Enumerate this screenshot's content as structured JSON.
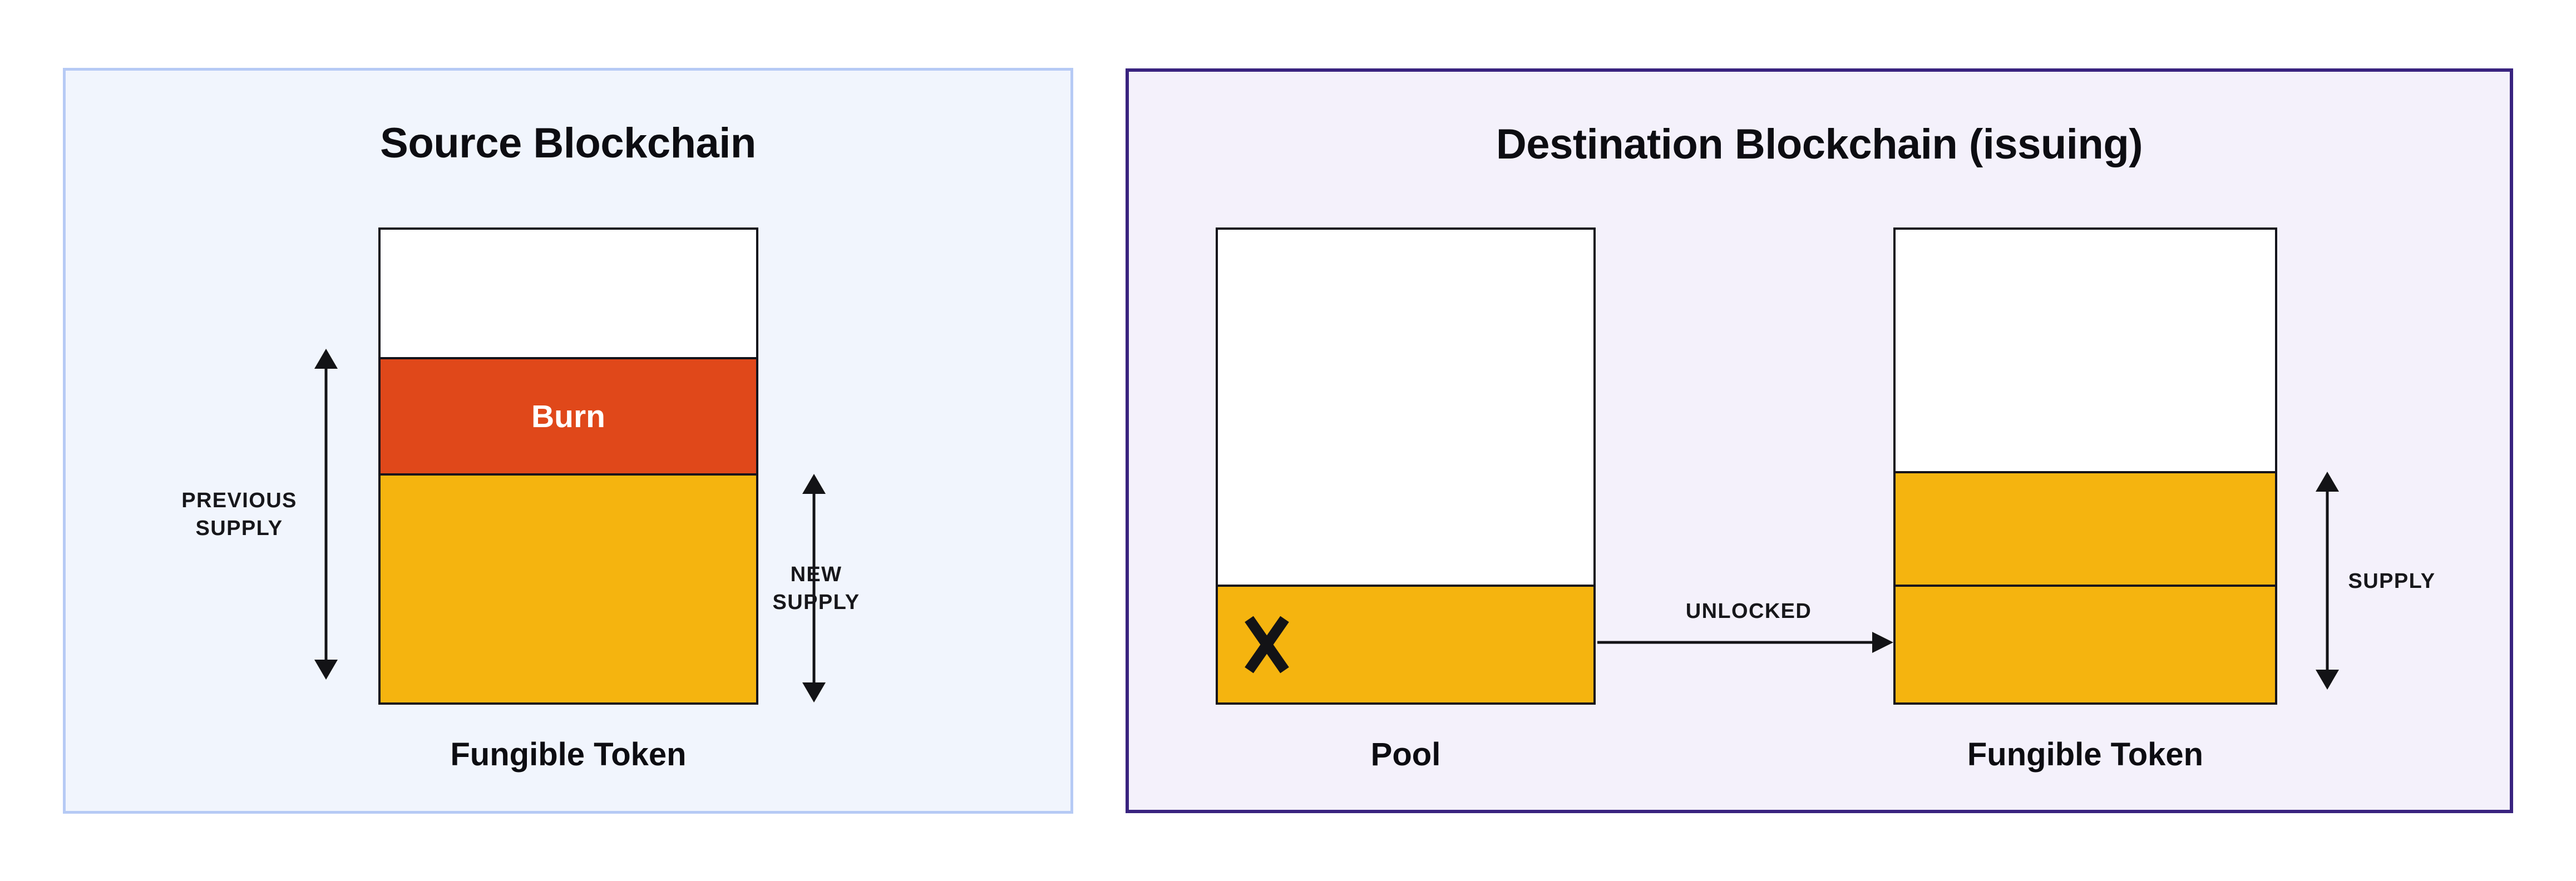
{
  "colors": {
    "canvas_bg": "#ffffff",
    "source_panel_bg": "#f1f5fd",
    "source_panel_border": "#b6caf5",
    "dest_panel_bg": "#f4f1fb",
    "dest_panel_border": "#39237f",
    "bar_border": "#14141b",
    "burn": "#e0481a",
    "token_yellow": "#f5b40f",
    "empty_white": "#ffffff",
    "arrow_black": "#131316",
    "title_text": "#0d0d12",
    "label_text": "#17171b",
    "burn_label_text": "#ffffff"
  },
  "source_panel": {
    "title": "Source Blockchain",
    "bar_caption": "Fungible Token",
    "burn_label": "Burn",
    "previous_supply_label": {
      "line1": "PREVIOUS",
      "line2": "SUPPLY"
    },
    "new_supply_label": {
      "line1": "NEW",
      "line2": "SUPPLY"
    },
    "bar_sections": [
      {
        "name": "unfilled",
        "height": "27.2%",
        "color": "#ffffff"
      },
      {
        "name": "burned",
        "height": "24.4%",
        "color": "#e0481a"
      },
      {
        "name": "remaining-supply",
        "height": "48.4%",
        "color": "#f5b40f"
      }
    ]
  },
  "dest_panel": {
    "title": "Destination Blockchain (issuing)",
    "pool_caption": "Pool",
    "bar_caption": "Fungible Token",
    "unlocked_label": "UNLOCKED",
    "supply_label": "SUPPLY",
    "pool_sections": [
      {
        "name": "unfilled",
        "height": "75.4%",
        "color": "#ffffff"
      },
      {
        "name": "locked-removed",
        "height": "24.6%",
        "color": "#f5b40f"
      }
    ],
    "token_sections": [
      {
        "name": "unfilled",
        "height": "51.6%",
        "color": "#ffffff"
      },
      {
        "name": "minted",
        "height": "23.7%",
        "color": "#f5b40f"
      },
      {
        "name": "unlocked",
        "height": "24.7%",
        "color": "#f5b40f"
      }
    ]
  }
}
